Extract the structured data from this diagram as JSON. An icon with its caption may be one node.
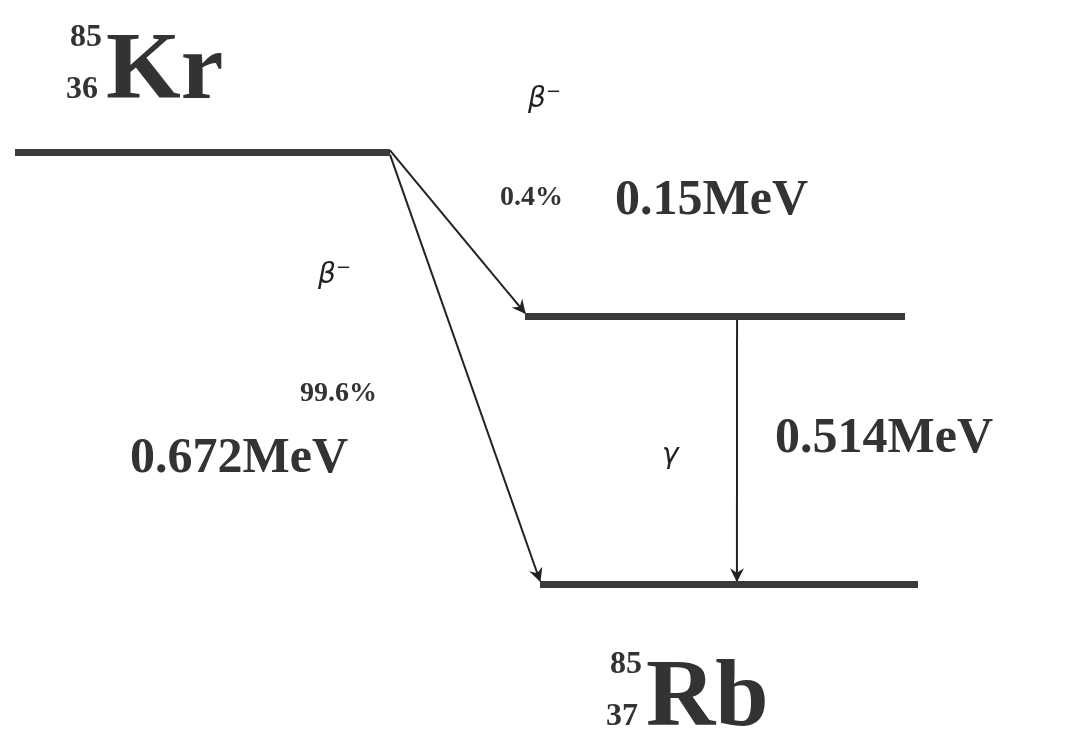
{
  "diagram": {
    "nodes": [
      {
        "text": [
          "$^{85}$$_{36}$Kr"
        ]
      },
      {
        "text": [],
        "shape": "bar"
      },
      {
        "text": [
          "$^{85}$$_{37}$Rb"
        ]
      }
    ],
    "edges": [
      {
        "from": 0,
        "to": 1,
        "arrow": "to",
        "label": "β$^{−}$"
      },
      {
        "from": 0,
        "to": 2,
        "arrow": "to",
        "label": "β$^{−}$"
      },
      {
        "from": 1,
        "to": 2,
        "arrow": "to",
        "label": "γ"
      }
    ],
    "labels": [
      "0.4%",
      "0.15MeV",
      "99.6%",
      "0.672MeV",
      "0.514MeV"
    ]
  }
}
